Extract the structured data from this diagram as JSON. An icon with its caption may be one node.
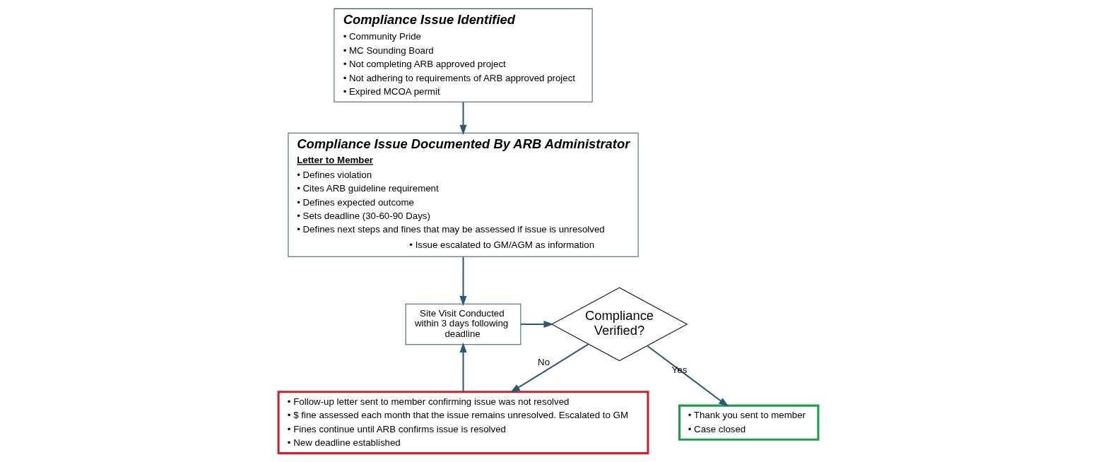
{
  "diagram": {
    "nodes": [
      {
        "text": [
          "Compliance Issue Identified",
          "• Community Pride",
          "• MC Sounding Board",
          "• Not completing ARB approved project",
          "• Not adhering to requirements of ARB approved project",
          "• Expired MCOA permit"
        ]
      },
      {
        "text": [
          "Compliance Issue Documented By ARB Administrator",
          "Letter to Member",
          "• Defines violation",
          "• Cites ARB guideline requirement",
          "• Defines expected outcome",
          "• Sets deadline (30-60-90 Days)",
          "• Defines next steps and fines that may be assessed if issue is unresolved",
          "• Issue escalated to GM/AGM as information"
        ]
      },
      {
        "text": [
          "Site Visit Conducted within 3 days following deadline"
        ]
      },
      {
        "text": [
          "Compliance Verified?"
        ]
      },
      {
        "text": [
          "• Thank you sent to member",
          "• Case closed"
        ]
      },
      {
        "text": [
          "• Follow-up letter sent to member confirming issue was not resolved",
          "• $ fine assessed each month that the issue remains unresolved. Escalated to GM",
          "• Fines continue until ARB confirms issue is resolved",
          "• New deadline established"
        ]
      }
    ],
    "edges": [
      {
        "from": 0,
        "to": 1,
        "arrow": "to"
      },
      {
        "from": 1,
        "to": 2,
        "arrow": "to"
      },
      {
        "from": 2,
        "to": 3,
        "arrow": "to"
      },
      {
        "from": 3,
        "to": 4,
        "label": "Yes",
        "arrow": "to"
      },
      {
        "from": 3,
        "to": 5,
        "label": "No",
        "arrow": "to"
      },
      {
        "from": 5,
        "to": 2,
        "arrow": "to"
      }
    ]
  }
}
